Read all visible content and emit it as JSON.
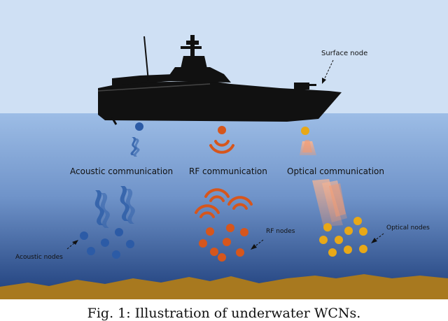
{
  "labels": {
    "surface_node": "Surface node",
    "acoustic_comm": "Acoustic communication",
    "rf_comm": "RF communication",
    "optical_comm": "Optical communication",
    "acoustic_nodes": "Acoustic nodes",
    "rf_nodes": "RF nodes",
    "optical_nodes": "Optical nodes"
  },
  "caption": "Fig. 1: Illustration of underwater WCNs.",
  "colors": {
    "sky": "#cfe0f4",
    "water_top": "#9dbde6",
    "water_bottom": "#1d3d7a",
    "seabed": "#a8791f",
    "acoustic": "#2c5ba6",
    "rf": "#d6561c",
    "optical": "#e8a817",
    "optical_beam": "#f3a27f",
    "ship": "#111111"
  },
  "icons": {
    "ship": "ship-silhouette-icon",
    "acoustic_wave": "acoustic-wave-icon",
    "rf_wave": "rf-wave-icon",
    "optical_beam": "light-beam-icon"
  }
}
